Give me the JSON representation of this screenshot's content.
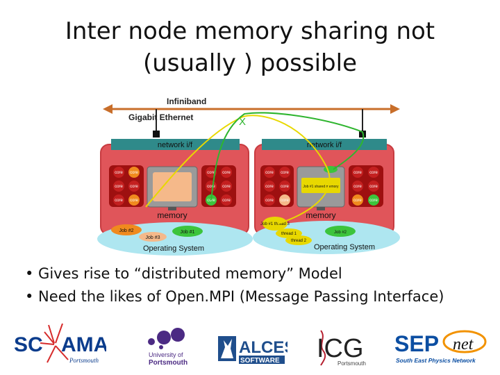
{
  "title": {
    "line1": "Inter node memory sharing not",
    "line2": "(usually ) possible"
  },
  "diagram": {
    "infiniband_label": "Infiniband",
    "ethernet_label": "Gigabit Ethernet",
    "x_mark": "X",
    "nodes": [
      {
        "network_label": "network i/f",
        "memory_label": "memory",
        "os_label": "Operating System",
        "core_label": "core",
        "jobs": [
          "Job #2",
          "Job #3",
          "Job #1"
        ]
      },
      {
        "network_label": "network i/f",
        "memory_label": "memory",
        "os_label": "Operating System",
        "core_label": "core",
        "shared_memory_label": "Job #1 shared memory",
        "jobs": [
          "Job #1 thread 3",
          "thread 1",
          "thread 2",
          "Job #2"
        ]
      }
    ],
    "colors": {
      "node_red": "#e0555a",
      "node_border": "#c73b40",
      "network_bar": "#2f8a8a",
      "os_ellipse": "#aee6f0",
      "core_dark": "#9e1010",
      "core_orange": "#f08a1e",
      "job_green": "#3cc43c",
      "ethernet": "#c86e2a",
      "yellow_path": "#e8d800",
      "green_path": "#2fb52f"
    }
  },
  "bullets": [
    "• Gives rise to “distributed memory” Model",
    "• Need the likes of Open.MPI (Message Passing Interface)"
  ],
  "logos": {
    "sciama": {
      "main1": "SC",
      "main2": "AMA",
      "sub": "Portsmouth"
    },
    "uop": {
      "line1": "University of",
      "line2": "Portsmouth"
    },
    "alces": {
      "main": "ALCES",
      "sub": "SOFTWARE"
    },
    "icg": {
      "main": "ICG",
      "sub": "Portsmouth"
    },
    "sepnet": {
      "main": "SEP",
      "net": "net",
      "sub": "South East Physics Network"
    }
  }
}
